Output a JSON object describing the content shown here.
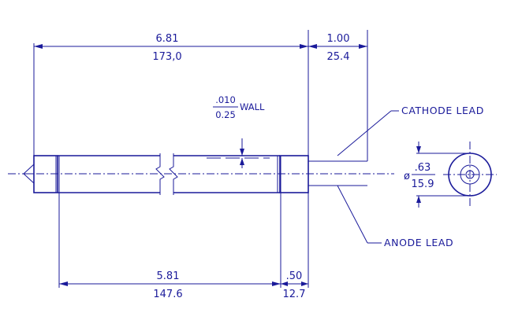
{
  "dimensions": {
    "overall_length": {
      "inch": "6.81",
      "mm": "173,0"
    },
    "lead_length": {
      "inch": "1.00",
      "mm": "25.4"
    },
    "wall": {
      "inch": ".010",
      "mm": "0.25",
      "label": "WALL"
    },
    "body_length": {
      "inch": "5.81",
      "mm": "147.6"
    },
    "end_length": {
      "inch": ".50",
      "mm": "12.7"
    },
    "diameter": {
      "symbol": "ø",
      "inch": ".63",
      "mm": "15.9"
    }
  },
  "labels": {
    "cathode_lead": "CATHODE LEAD",
    "anode_lead": "ANODE LEAD"
  },
  "colors": {
    "line": "#1a1a9a",
    "background": "#ffffff"
  }
}
